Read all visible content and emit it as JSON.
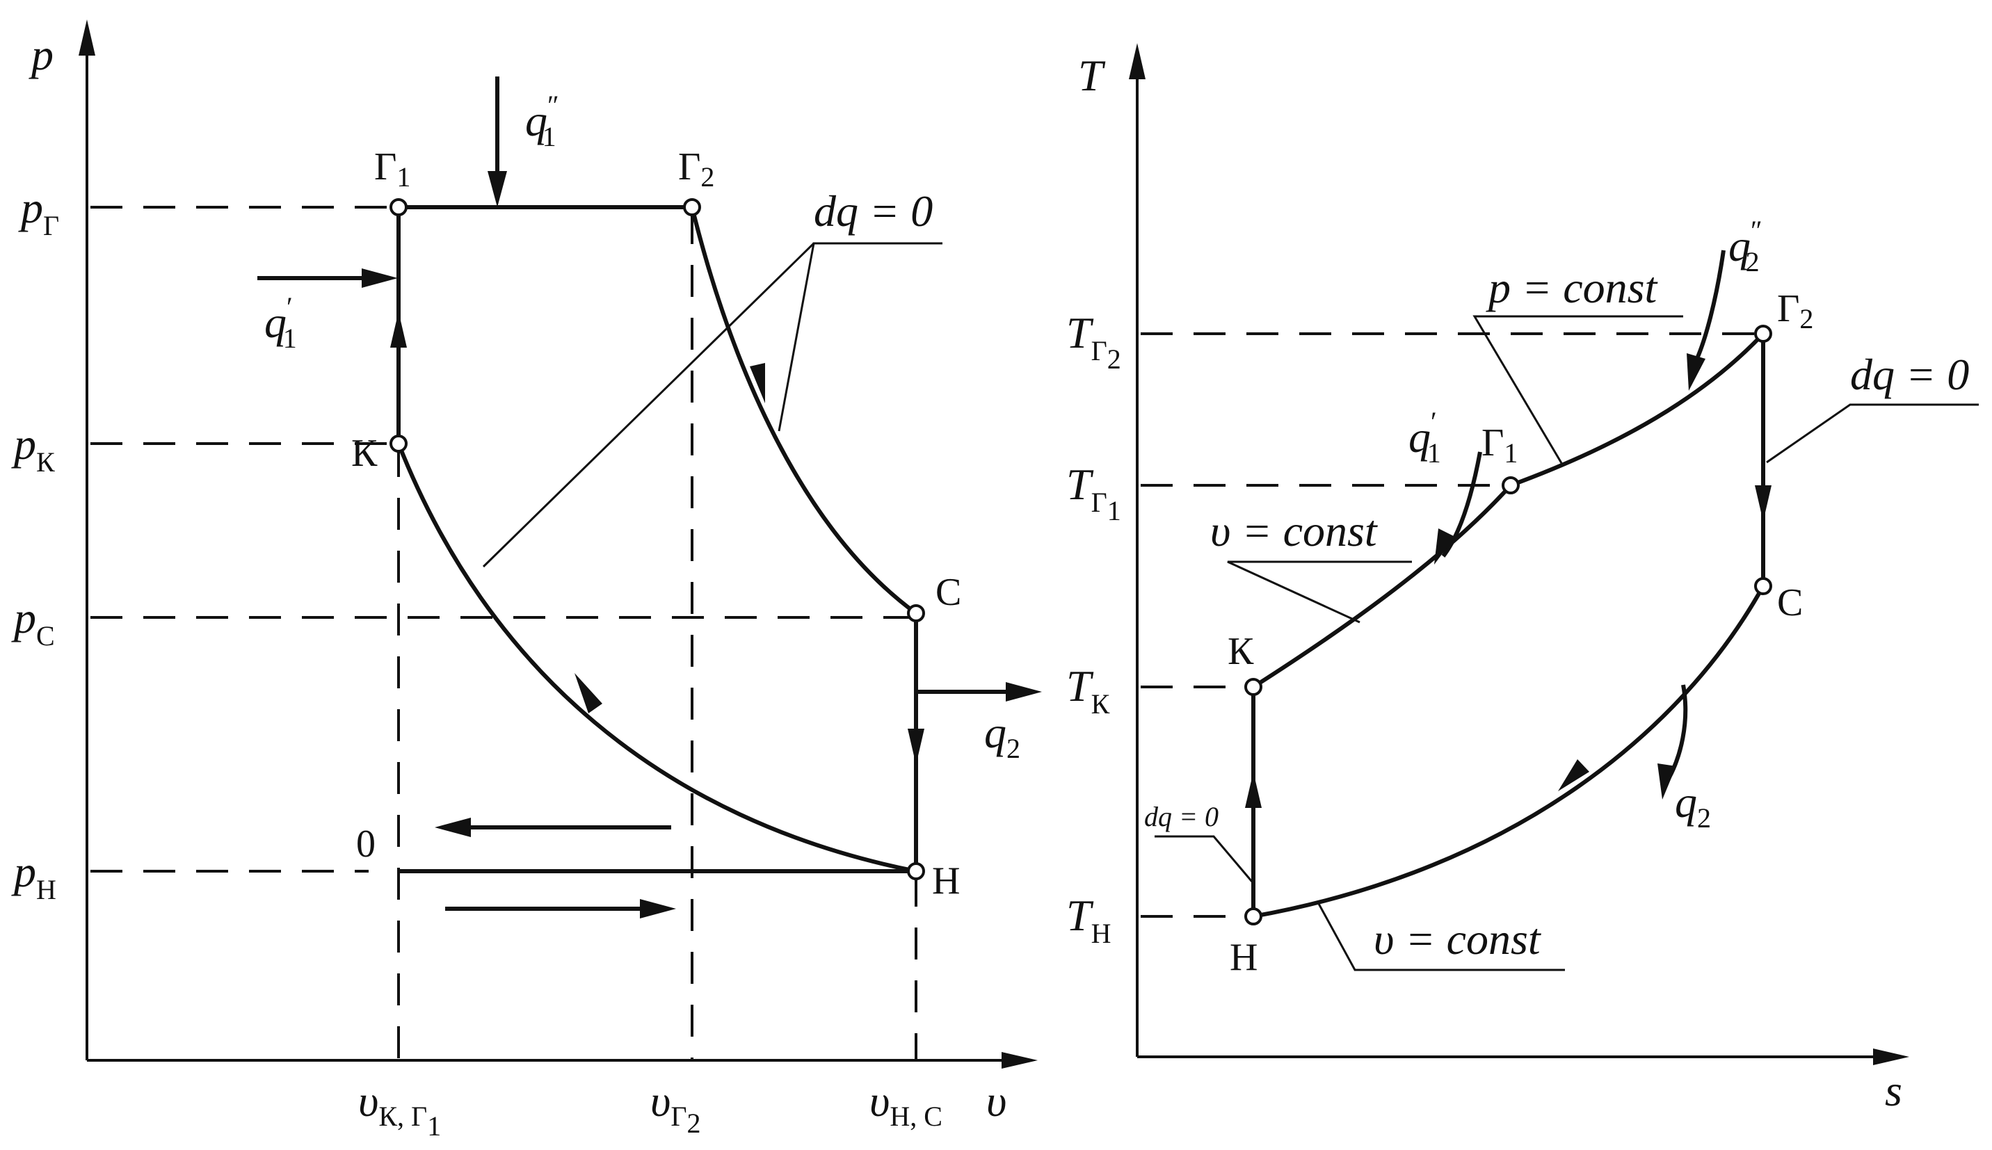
{
  "pv": {
    "axis_y": "p",
    "axis_x": "υ",
    "p_labels": [
      {
        "base": "p",
        "sub": "Г"
      },
      {
        "base": "p",
        "sub": "К"
      },
      {
        "base": "p",
        "sub": "С"
      },
      {
        "base": "p",
        "sub": "Н"
      }
    ],
    "v_labels": [
      {
        "base": "υ",
        "sub": "К, Г",
        "subsub": "1"
      },
      {
        "base": "υ",
        "sub": "Г",
        "subsub": "2"
      },
      {
        "base": "υ",
        "sub": "Н, С",
        "subsub": ""
      }
    ],
    "points": {
      "G1": "Г",
      "G1_sub": "1",
      "G2": "Г",
      "G2_sub": "2",
      "K": "К",
      "C": "С",
      "H": "Н",
      "O": "0"
    },
    "heat": {
      "q1pp": "q",
      "q1pp_sub": "1",
      "q1pp_mark": "″",
      "q1p": "q",
      "q1p_sub": "1",
      "q1p_mark": "′",
      "q2": "q",
      "q2_sub": "2"
    },
    "adiabat": "dq = 0"
  },
  "ts": {
    "axis_y": "T",
    "axis_x": "s",
    "t_labels": [
      {
        "base": "T",
        "sub": "Г",
        "subsub": "2"
      },
      {
        "base": "T",
        "sub": "Г",
        "subsub": "1"
      },
      {
        "base": "T",
        "sub": "К",
        "subsub": ""
      },
      {
        "base": "T",
        "sub": "Н",
        "subsub": ""
      }
    ],
    "points": {
      "G2": "Г",
      "G2_sub": "2",
      "G1": "Г",
      "G1_sub": "1",
      "K": "К",
      "C": "С",
      "H": "Н"
    },
    "heat": {
      "q2pp": "q",
      "q2pp_sub": "2",
      "q2pp_mark": "″",
      "q1p": "q",
      "q1p_sub": "1",
      "q1p_mark": "′",
      "q2": "q",
      "q2_sub": "2"
    },
    "isobar": "p = const",
    "isochore_top": "υ = const",
    "isochore_bottom": "υ = const",
    "adiabat_right": "dq = 0",
    "adiabat_left": "dq = 0"
  }
}
